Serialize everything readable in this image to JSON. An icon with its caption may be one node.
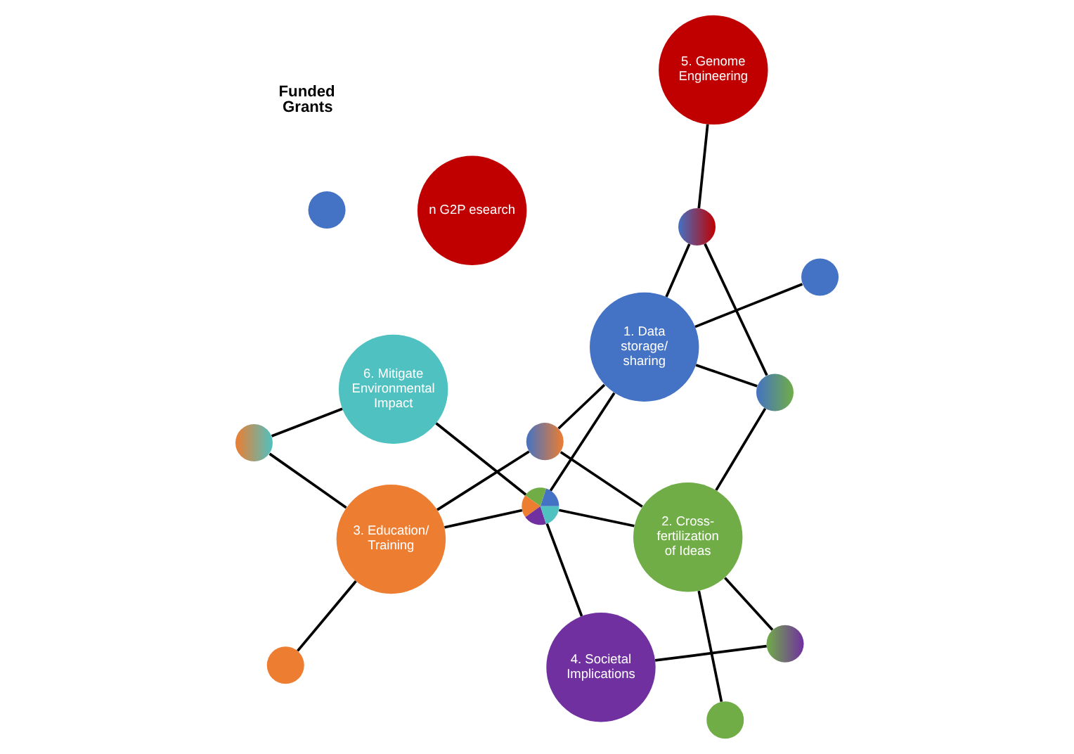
{
  "diagram": {
    "nodes": [
      {
        "text": [
          "n G2P esearch"
        ]
      },
      {
        "text": [],
        "shape": "circle"
      },
      {
        "text": [
          "3. Education/ Training"
        ]
      },
      {
        "text": [
          "4. Societal Implications"
        ]
      },
      {
        "text": [
          "2. Cross- fertilization of Ideas"
        ]
      },
      {
        "text": [
          "5. Genome Engineering"
        ]
      },
      {
        "text": [
          "1. Data storage/ sharing"
        ]
      },
      {
        "text": [
          "6. Mitigate Environmental Impact"
        ]
      },
      {
        "text": [],
        "shape": "circle"
      },
      {
        "text": [],
        "shape": "circle"
      },
      {
        "text": [],
        "shape": "circle"
      },
      {
        "text": [],
        "shape": "circle"
      },
      {
        "text": [],
        "shape": "circle"
      },
      {
        "text": [],
        "shape": "circle"
      },
      {
        "text": [],
        "shape": "circle"
      },
      {
        "text": [],
        "shape": "circle"
      },
      {
        "text": [],
        "shape": "circle"
      }
    ],
    "edges": [
      {
        "from": 2,
        "to": 8,
        "arrow": "none"
      },
      {
        "from": 3,
        "to": 9,
        "arrow": "none"
      },
      {
        "from": 4,
        "to": 9,
        "arrow": "none"
      },
      {
        "from": 2,
        "to": 11,
        "arrow": "none"
      },
      {
        "from": 2,
        "to": 13,
        "arrow": "none"
      },
      {
        "from": 4,
        "to": 10,
        "arrow": "none"
      },
      {
        "from": 2,
        "to": 12,
        "arrow": "none"
      },
      {
        "from": 4,
        "to": 12,
        "arrow": "none"
      },
      {
        "from": 4,
        "to": 15,
        "arrow": "none"
      },
      {
        "from": 6,
        "to": 12,
        "arrow": "none"
      },
      {
        "from": 4,
        "to": 11,
        "arrow": "none"
      },
      {
        "from": 3,
        "to": 11,
        "arrow": "none"
      },
      {
        "from": 6,
        "to": 11,
        "arrow": "none"
      },
      {
        "from": 11,
        "to": 7,
        "arrow": "none"
      },
      {
        "from": 13,
        "to": 7,
        "arrow": "none"
      },
      {
        "from": 5,
        "to": 16,
        "arrow": "none"
      },
      {
        "from": 6,
        "to": 14,
        "arrow": "none"
      },
      {
        "from": 6,
        "to": 15,
        "arrow": "none"
      },
      {
        "from": 6,
        "to": 16,
        "arrow": "none"
      },
      {
        "from": 15,
        "to": 16,
        "arrow": "none"
      }
    ],
    "labels": [
      "Funded Grants"
    ]
  }
}
